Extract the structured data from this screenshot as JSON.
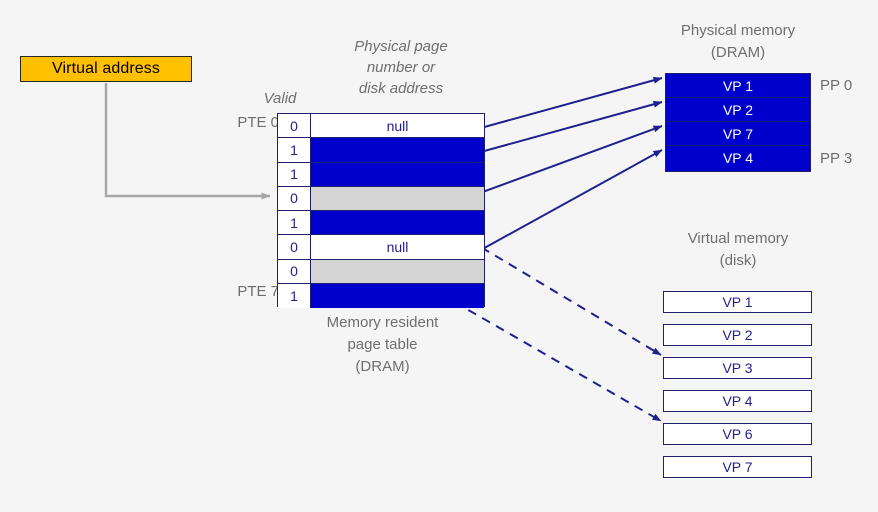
{
  "diagram": {
    "title": "Page table mapping virtual pages to physical memory and disk",
    "background_color": "#F5F5F5"
  },
  "callout": {
    "label": "Virtual address",
    "fill_color": "#FFC000",
    "border_color": "#262626",
    "pointer_color": "#A6A6A6",
    "points_to_row_index": 3
  },
  "page_table": {
    "headers": {
      "valid": "Valid",
      "ppn_line1": "Physical page",
      "ppn_line2": "number or",
      "ppn_line3": "disk address"
    },
    "side_labels": {
      "first": "PTE 0",
      "last": "PTE 7"
    },
    "caption_line1": "Memory resident",
    "caption_line2": "page table",
    "caption_line3": "(DRAM)",
    "border_color": "#1F1F6E",
    "text_color": "#1F1F8E",
    "rows": [
      {
        "valid": "0",
        "fill": "white",
        "value": "null",
        "has_dot": false
      },
      {
        "valid": "1",
        "fill": "blue",
        "value": "",
        "has_dot": true
      },
      {
        "valid": "1",
        "fill": "blue",
        "value": "",
        "has_dot": true
      },
      {
        "valid": "0",
        "fill": "gray",
        "value": "",
        "has_dot": true
      },
      {
        "valid": "1",
        "fill": "blue",
        "value": "",
        "has_dot": true
      },
      {
        "valid": "0",
        "fill": "white",
        "value": "null",
        "has_dot": false
      },
      {
        "valid": "0",
        "fill": "gray",
        "value": "",
        "has_dot": true
      },
      {
        "valid": "1",
        "fill": "blue",
        "value": "",
        "has_dot": true
      }
    ]
  },
  "physical_memory": {
    "caption_line1": "Physical memory",
    "caption_line2": "(DRAM)",
    "fill_color": "#0000CC",
    "text_color": "#FFFFFF",
    "rows": [
      "VP 1",
      "VP 2",
      "VP 7",
      "VP 4"
    ],
    "side_labels": {
      "first": "PP 0",
      "last": "PP 3"
    }
  },
  "virtual_memory": {
    "caption_line1": "Virtual memory",
    "caption_line2": "(disk)",
    "fill_color": "#FFFFFF",
    "text_color": "#1F1F8E",
    "rows": [
      "VP 1",
      "VP 2",
      "VP 3",
      "VP 4",
      "VP 6",
      "VP 7"
    ]
  },
  "connections": {
    "solid_color": "#1F1F8E",
    "dashed_color": "#1F1F8E",
    "solid_arrows": [
      {
        "from_pte": 1,
        "to": "PP 0"
      },
      {
        "from_pte": 2,
        "to": "PP 1"
      },
      {
        "from_pte": 4,
        "to": "PP 2"
      },
      {
        "from_pte": 7,
        "to": "PP 3"
      }
    ],
    "dashed_arrows": [
      {
        "from_pte": 3,
        "to": "VP 3"
      },
      {
        "from_pte": 6,
        "to": "VP 6"
      }
    ]
  }
}
